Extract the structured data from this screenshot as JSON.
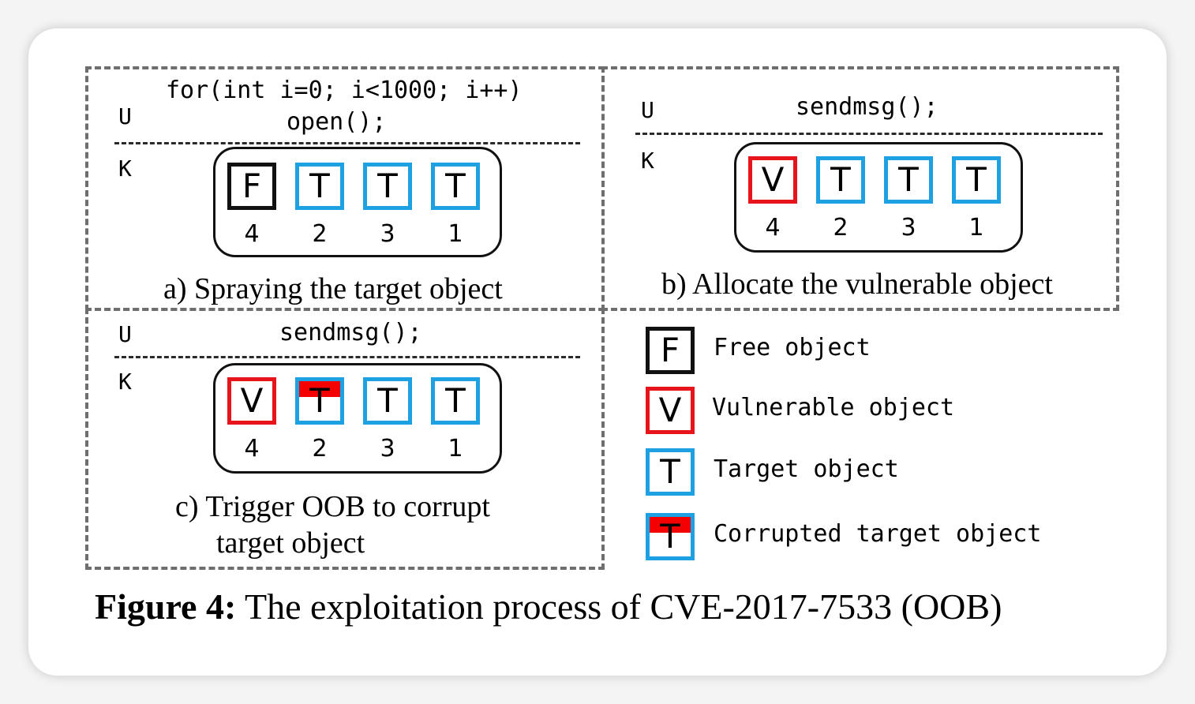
{
  "panels": {
    "a": {
      "code_line1": "for(int i=0; i<1000; i++)",
      "code_line2": "open();",
      "user_label": "U",
      "kernel_label": "K",
      "objects": [
        {
          "letter": "F",
          "kind": "free",
          "number": "4"
        },
        {
          "letter": "T",
          "kind": "target",
          "number": "2"
        },
        {
          "letter": "T",
          "kind": "target",
          "number": "3"
        },
        {
          "letter": "T",
          "kind": "target",
          "number": "1"
        }
      ],
      "caption": "a) Spraying the target object"
    },
    "b": {
      "code_line1": "sendmsg();",
      "user_label": "U",
      "kernel_label": "K",
      "objects": [
        {
          "letter": "V",
          "kind": "vulnerable",
          "number": "4"
        },
        {
          "letter": "T",
          "kind": "target",
          "number": "2"
        },
        {
          "letter": "T",
          "kind": "target",
          "number": "3"
        },
        {
          "letter": "T",
          "kind": "target",
          "number": "1"
        }
      ],
      "caption": "b) Allocate the vulnerable object"
    },
    "c": {
      "code_line1": "sendmsg();",
      "user_label": "U",
      "kernel_label": "K",
      "objects": [
        {
          "letter": "V",
          "kind": "vulnerable",
          "number": "4"
        },
        {
          "letter": "T",
          "kind": "corrupted",
          "number": "2"
        },
        {
          "letter": "T",
          "kind": "target",
          "number": "3"
        },
        {
          "letter": "T",
          "kind": "target",
          "number": "1"
        }
      ],
      "caption_line1": "c) Trigger OOB to corrupt",
      "caption_line2": "target object"
    }
  },
  "legend": [
    {
      "letter": "F",
      "kind": "free",
      "label": "Free object"
    },
    {
      "letter": "V",
      "kind": "vulnerable",
      "label": "Vulnerable object"
    },
    {
      "letter": "T",
      "kind": "target",
      "label": "Target object"
    },
    {
      "letter": "T",
      "kind": "corrupted",
      "label": "Corrupted target object"
    }
  ],
  "figure": {
    "label": "Figure 4:",
    "title": "The exploitation process of CVE-2017-7533 (OOB)"
  },
  "colors": {
    "free": "#111111",
    "vulnerable": "#e8141c",
    "target": "#1da1e2",
    "corrupted_fill": "#f50000",
    "panel_border": "#6e6e6e"
  }
}
